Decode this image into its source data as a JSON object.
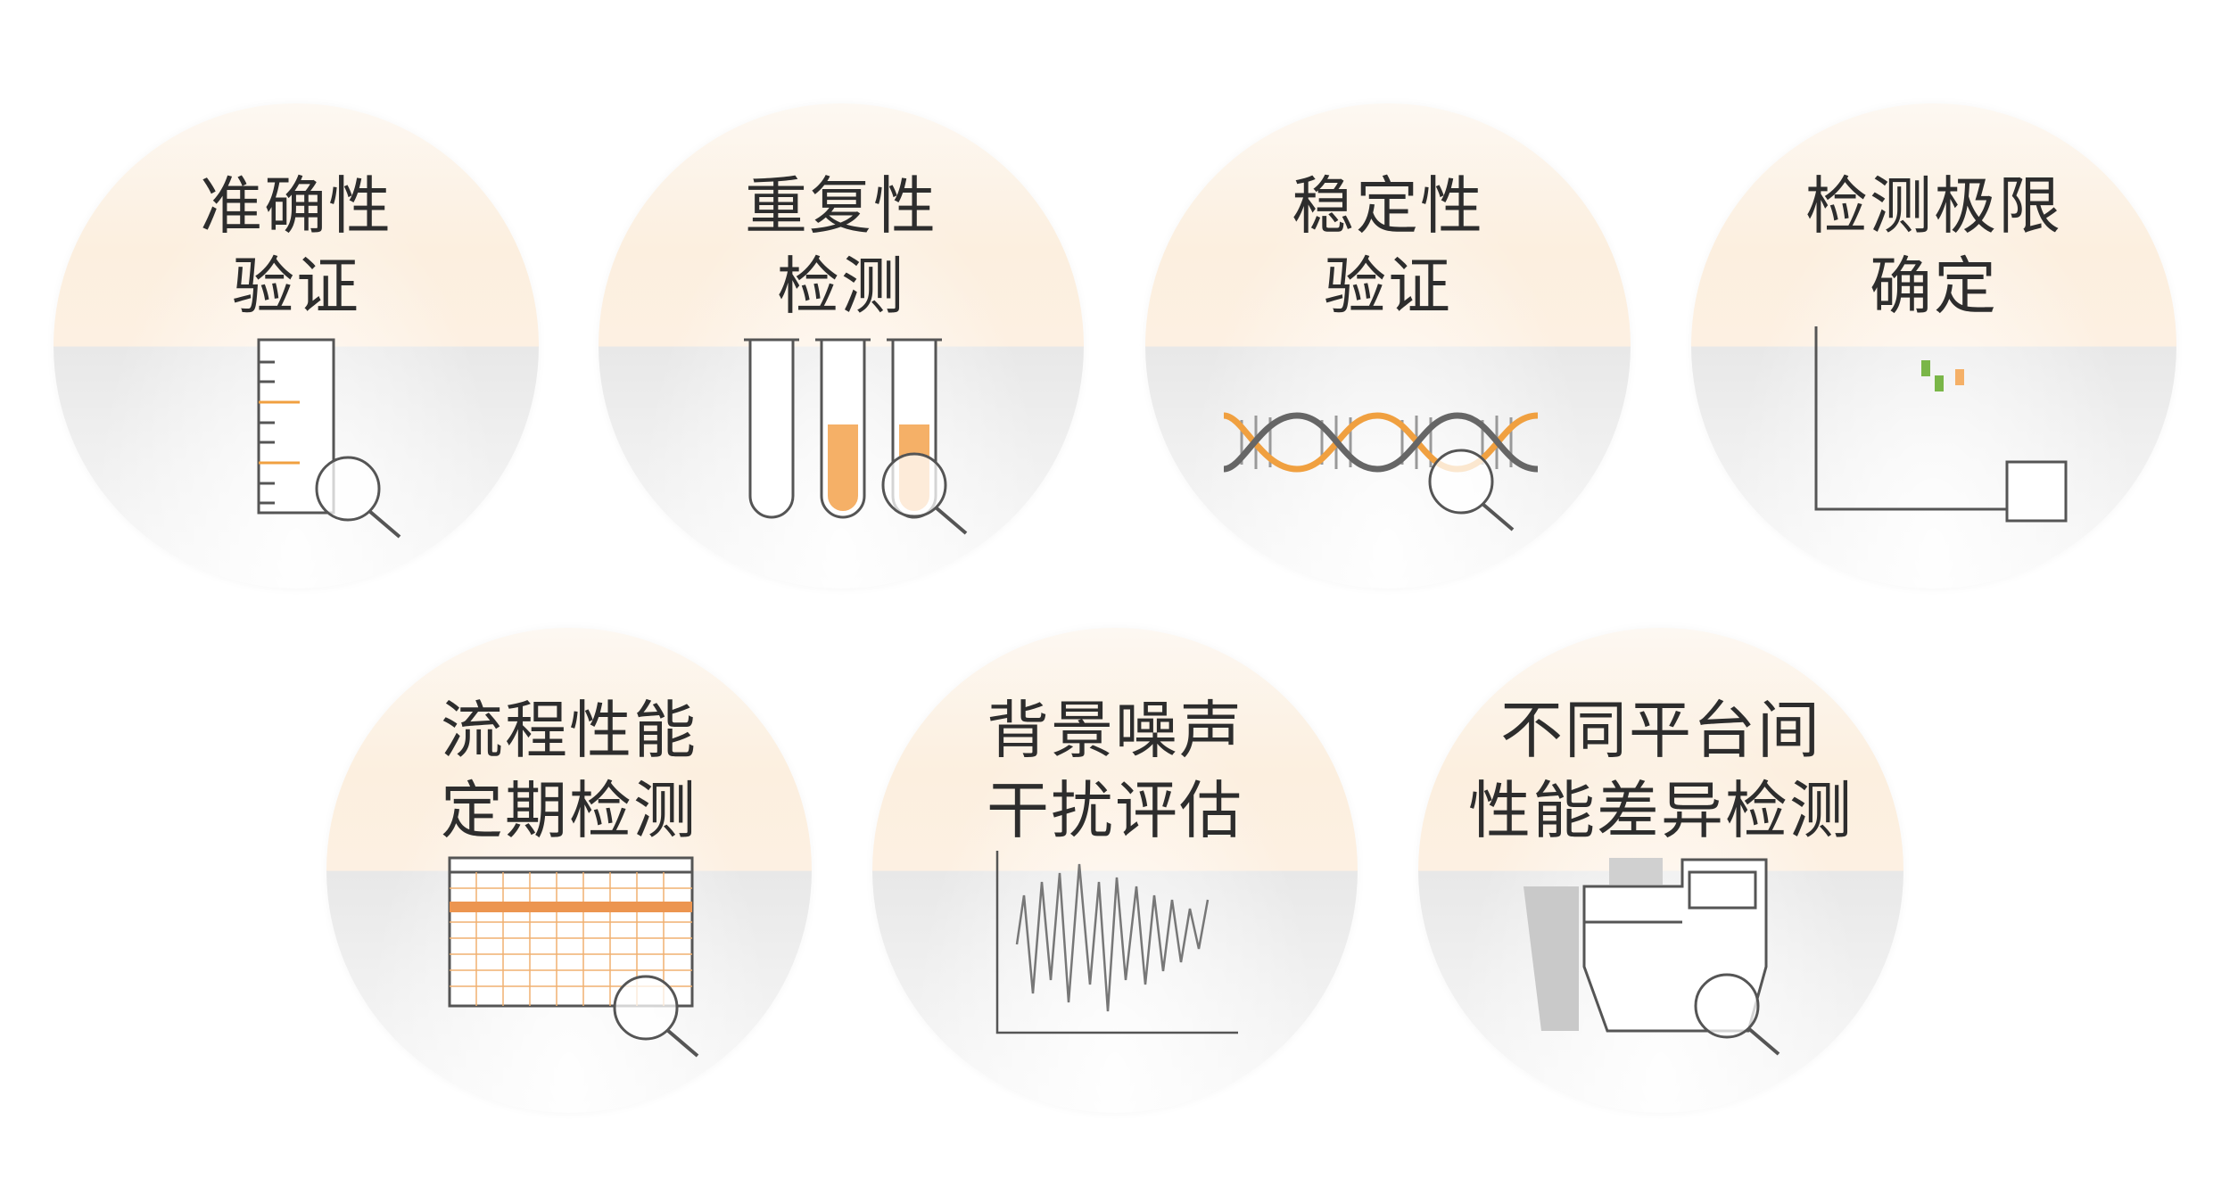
{
  "items": [
    {
      "line1": "准确性",
      "line2": "验证"
    },
    {
      "line1": "重复性",
      "line2": "检测"
    },
    {
      "line1": "稳定性",
      "line2": "验证"
    },
    {
      "line1": "检测极限",
      "line2": "确定"
    },
    {
      "line1": "流程性能",
      "line2": "定期检测"
    },
    {
      "line1": "背景噪声",
      "line2": "干扰评估"
    },
    {
      "line1": "不同平台间",
      "line2": "性能差异检测"
    }
  ],
  "colors": {
    "accent": "#f0a040",
    "accent_dark": "#e6902a",
    "line": "#555555",
    "text": "#2d2d2d"
  }
}
